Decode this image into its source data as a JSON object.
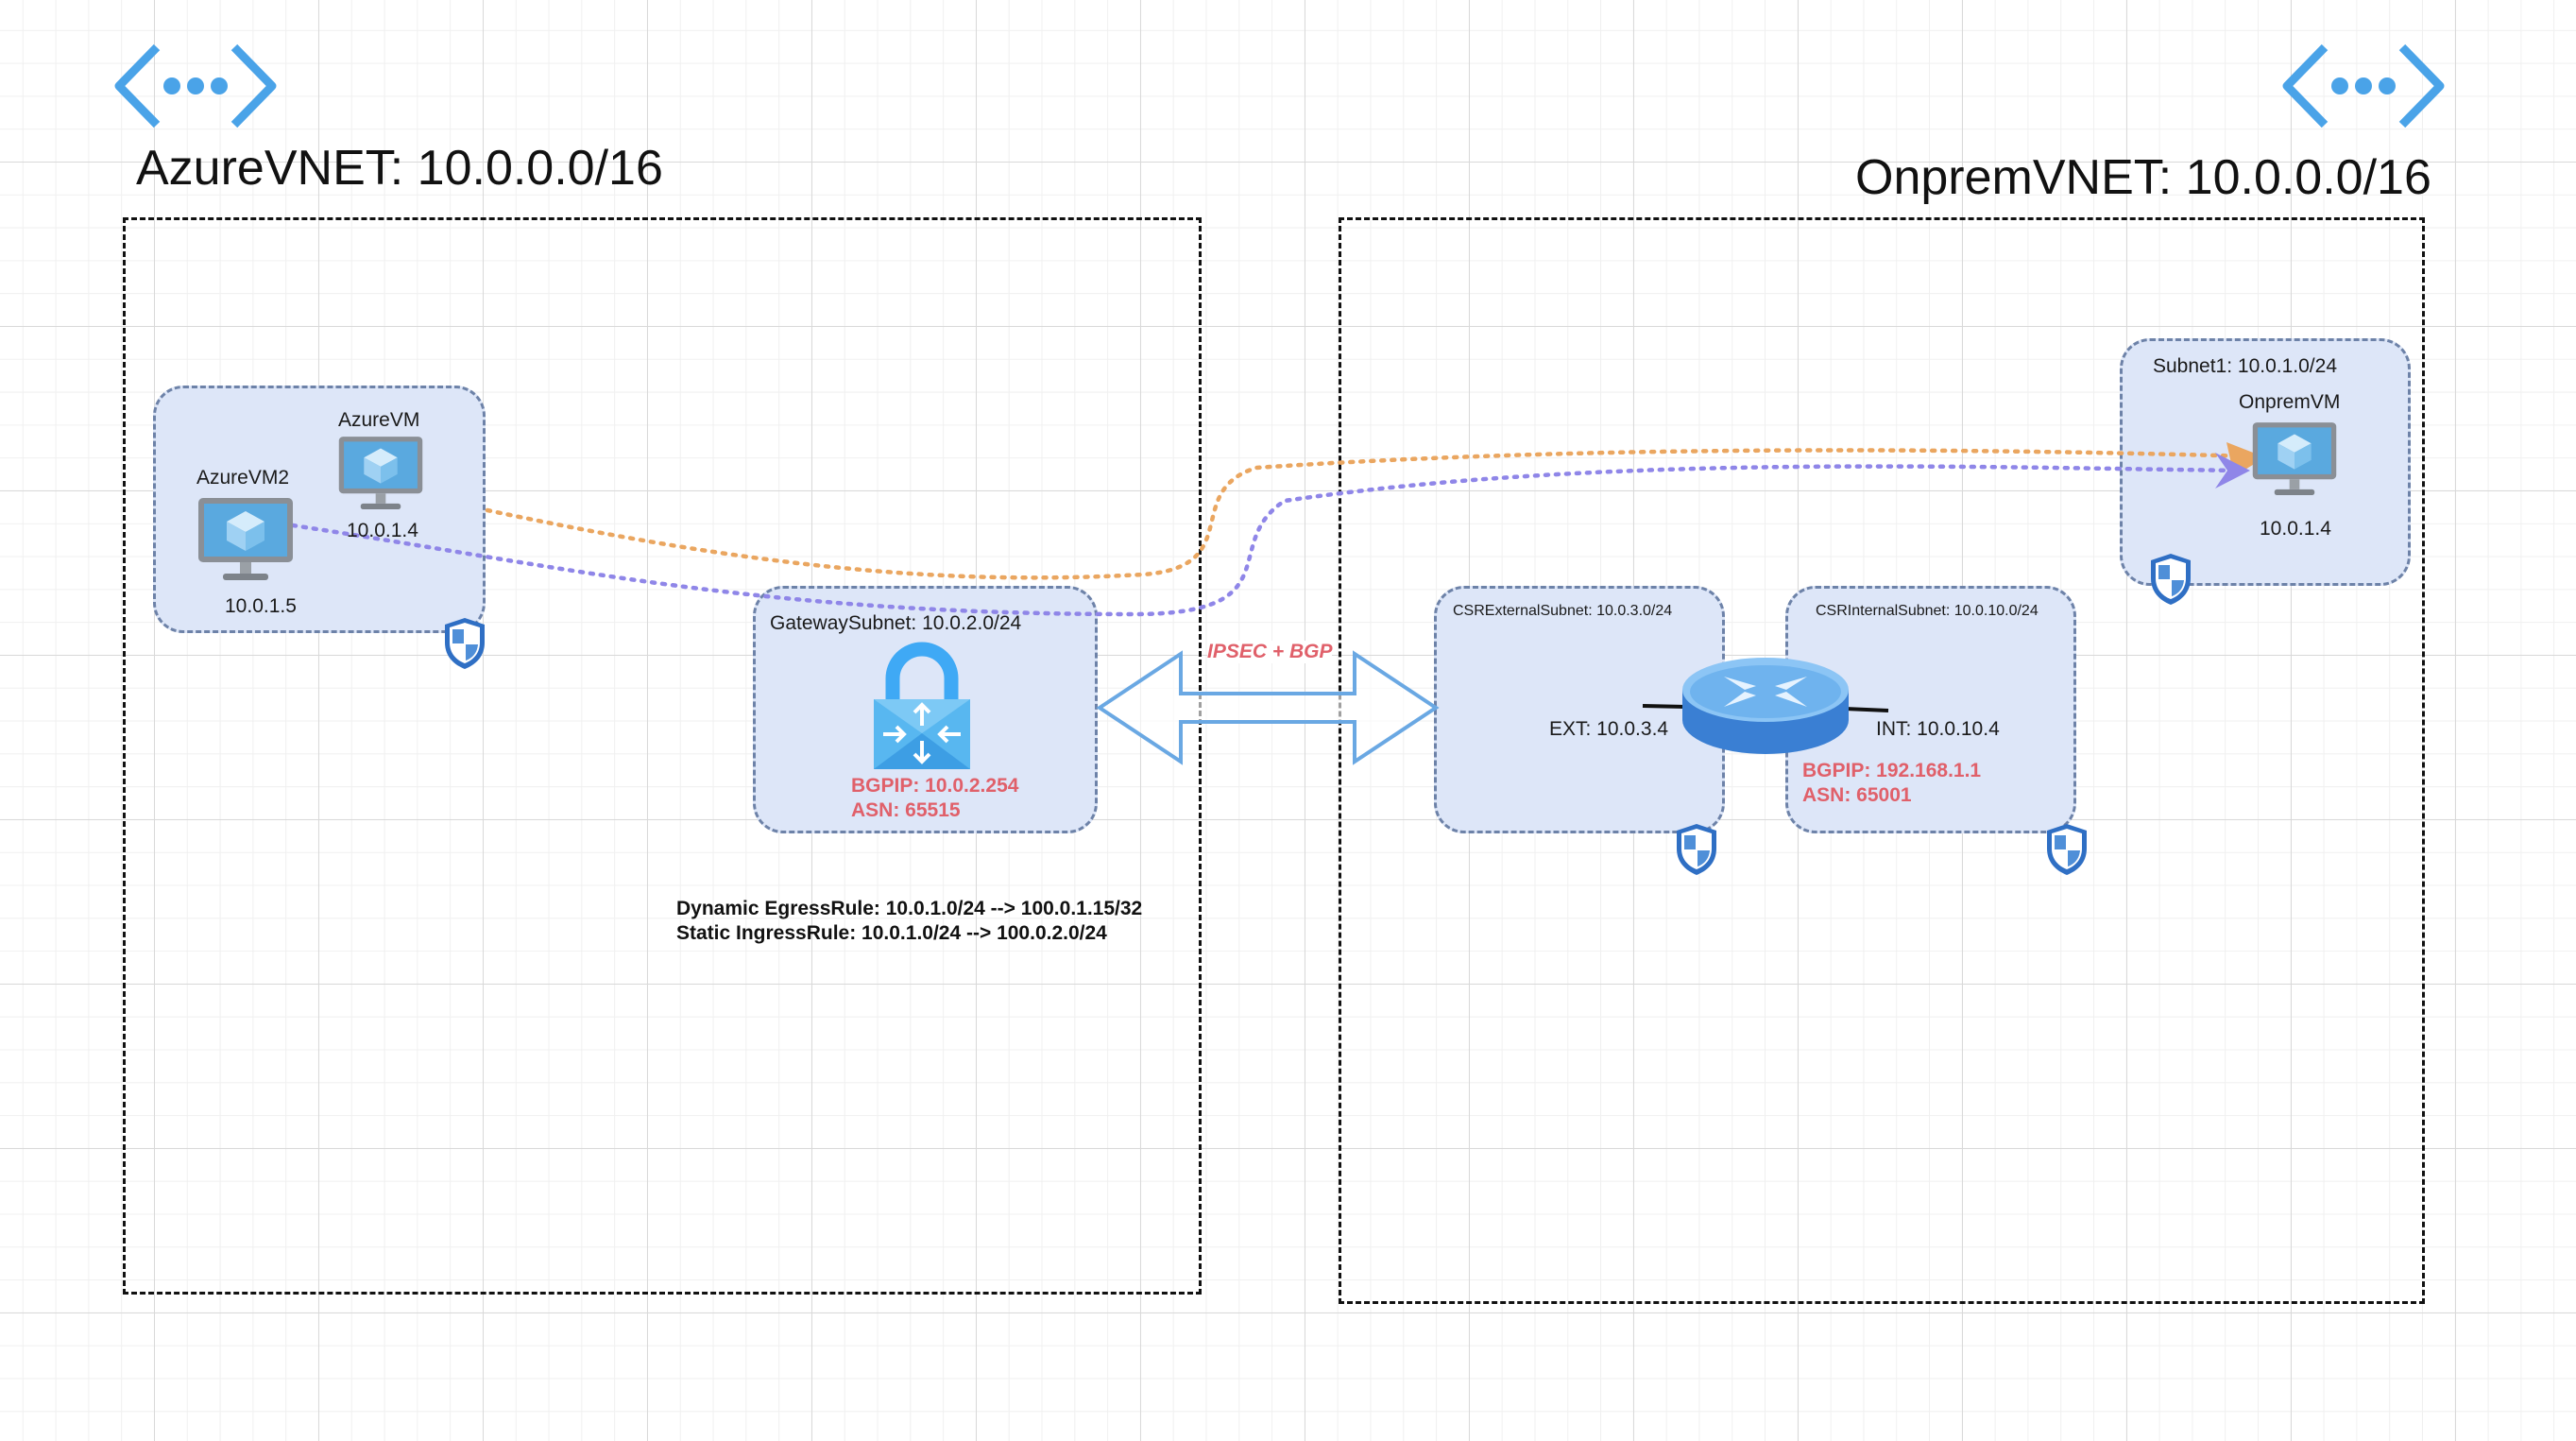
{
  "azure_vnet": {
    "title": "AzureVNET: 10.0.0.0/16",
    "vm2": {
      "name": "AzureVM2",
      "ip": "10.0.1.5"
    },
    "vm": {
      "name": "AzureVM",
      "ip": "10.0.1.4"
    },
    "gateway": {
      "subnet_label": "GatewaySubnet:  10.0.2.0/24",
      "bgp_ip": "BGPIP: 10.0.2.254",
      "asn": "ASN: 65515"
    },
    "rules": {
      "egress": "Dynamic EgressRule: 10.0.1.0/24 --> 100.0.1.15/32",
      "ingress": "Static IngressRule: 10.0.1.0/24 --> 100.0.2.0/24"
    }
  },
  "tunnel": {
    "label": "IPSEC + BGP"
  },
  "onprem_vnet": {
    "title": "OnpremVNET: 10.0.0.0/16",
    "subnet1": {
      "label": "Subnet1: 10.0.1.0/24",
      "vm_name": "OnpremVM",
      "vm_ip": "10.0.1.4"
    },
    "csr_external": {
      "label": "CSRExternalSubnet: 10.0.3.0/24",
      "ext": "EXT: 10.0.3.4"
    },
    "csr_internal": {
      "label": "CSRInternalSubnet: 10.0.10.0/24",
      "int": "INT: 10.0.10.4",
      "bgp_ip": "BGPIP: 192.168.1.1",
      "asn": "ASN: 65001"
    }
  },
  "colors": {
    "azure_blue": "#4aa3e8",
    "subnet_fill": "#dde6f8",
    "orange_path": "#eaa660",
    "purple_path": "#8f86e8",
    "bgp_text": "#e0606a"
  },
  "icons": [
    "vnet-icon",
    "vm-icon",
    "nsg-shield-icon",
    "vpn-gateway-icon",
    "router-icon"
  ]
}
